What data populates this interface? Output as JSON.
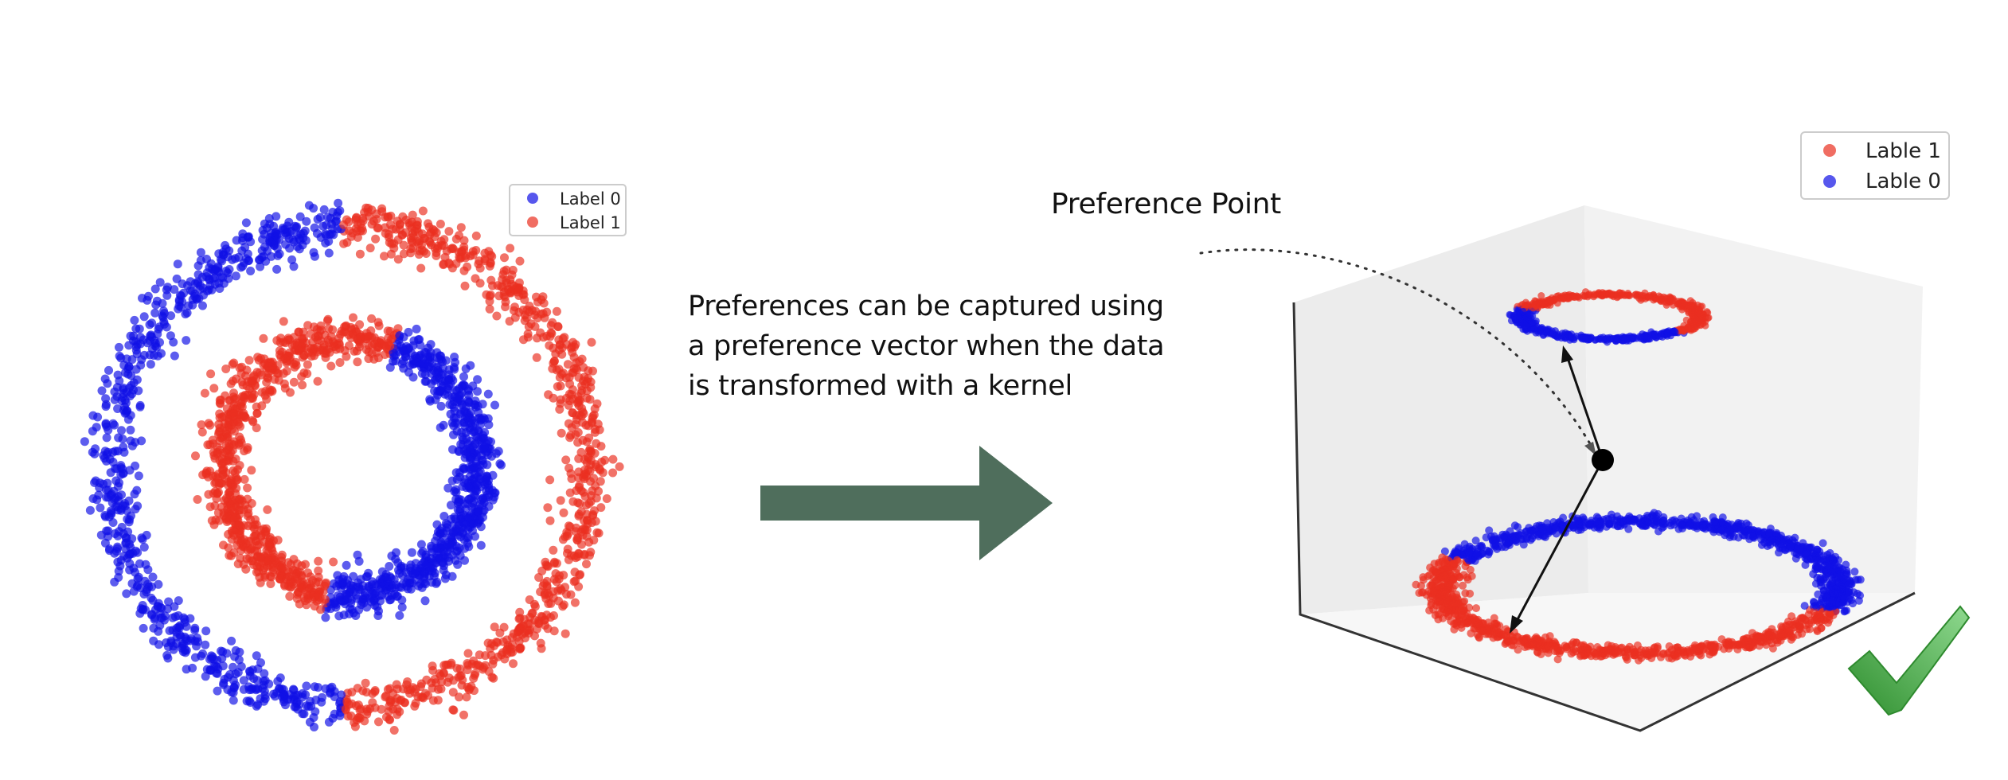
{
  "left_plot": {
    "legend": [
      {
        "label": "Label 0",
        "color": "#1010e6"
      },
      {
        "label": "Label 1",
        "color": "#ea2f20"
      }
    ]
  },
  "caption": {
    "lines": [
      "Preferences can be captured using",
      "a preference vector when the data",
      "is transformed with a kernel"
    ]
  },
  "arrow": {
    "color": "#4f6e5c"
  },
  "right_plot": {
    "preference_label": "Preference Point",
    "legend": [
      {
        "label": "Lable 1",
        "color": "#ea2f20"
      },
      {
        "label": "Lable 0",
        "color": "#1010e6"
      }
    ]
  },
  "checkmark": {
    "icon": "checkmark-icon",
    "color": "#3fa33f"
  },
  "colors": {
    "red": "#ea2f20",
    "blue": "#1010e6"
  }
}
